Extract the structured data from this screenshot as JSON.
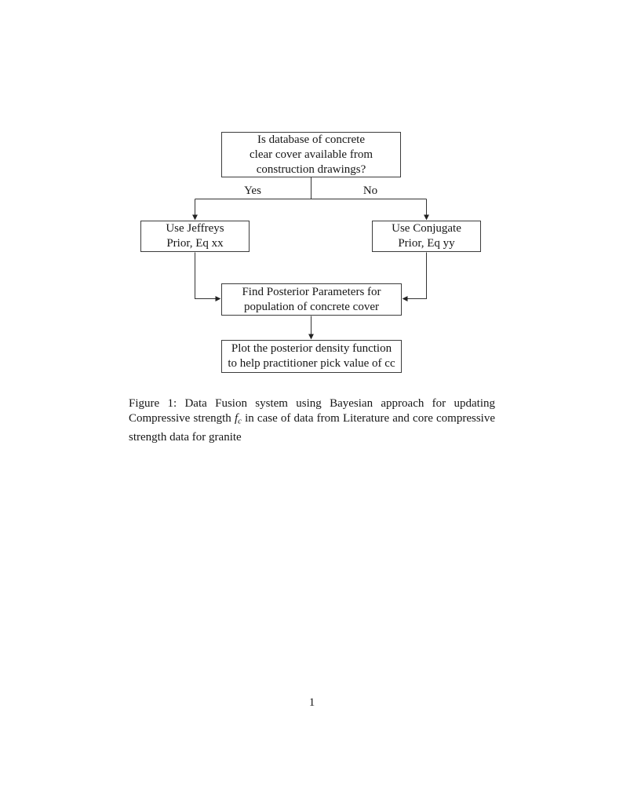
{
  "document": {
    "page_number": "1"
  },
  "flowchart": {
    "nodes": {
      "start": {
        "lines": [
          "Is database of concrete",
          "clear cover available from",
          "construction drawings?"
        ]
      },
      "jeffreys": {
        "lines": [
          "Use Jeffreys",
          "Prior, Eq xx"
        ]
      },
      "conjugate": {
        "lines": [
          "Use Conjugate",
          "Prior, Eq yy"
        ]
      },
      "posterior": {
        "lines": [
          "Find Posterior Parameters for",
          "population of concrete cover"
        ]
      },
      "plot": {
        "lines": [
          "Plot the posterior density function",
          "to help practitioner pick value of cc"
        ]
      }
    },
    "edges": [
      {
        "from": "start",
        "to": "jeffreys",
        "label": "Yes"
      },
      {
        "from": "start",
        "to": "conjugate",
        "label": "No"
      },
      {
        "from": "jeffreys",
        "to": "posterior",
        "label": ""
      },
      {
        "from": "conjugate",
        "to": "posterior",
        "label": ""
      },
      {
        "from": "posterior",
        "to": "plot",
        "label": ""
      }
    ],
    "line_color": "#333333",
    "box_border_color": "#3c3c3c"
  },
  "caption": {
    "before_math": "Figure 1: Data Fusion system using Bayesian approach for updating Compressive strength",
    "math_var": "f",
    "math_subscript": "c",
    "after_math": "in case of data from Literature and core compressive strength data for granite"
  }
}
